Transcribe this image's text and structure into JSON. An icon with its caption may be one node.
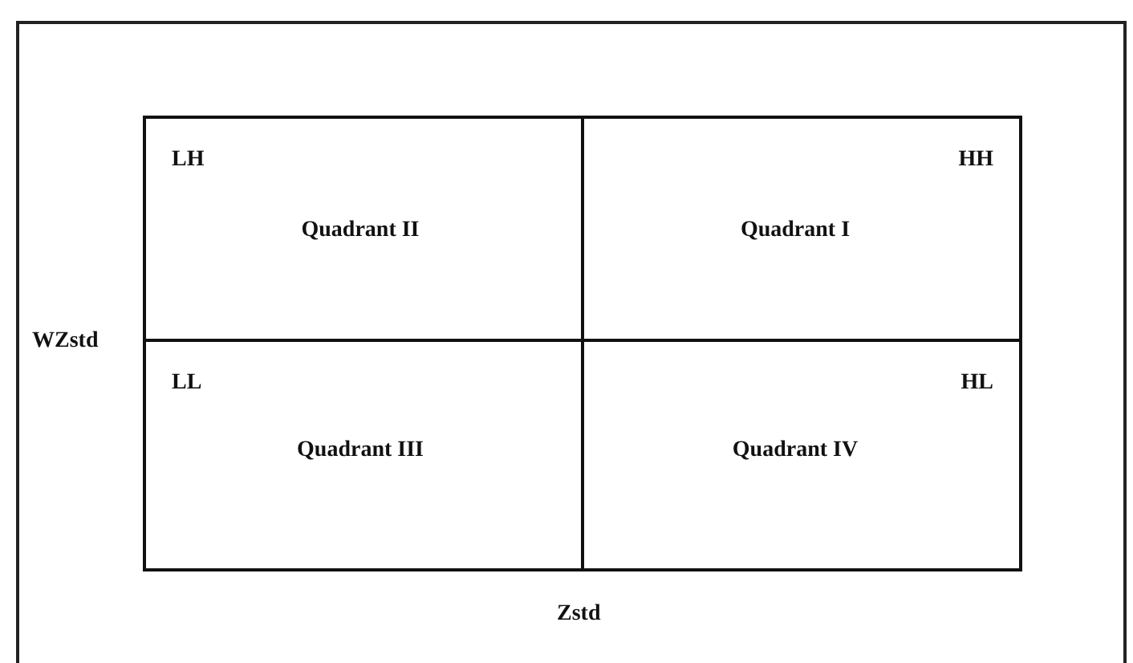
{
  "diagram": {
    "nodes": [
      {
        "text": [
          "LH",
          "Quadrant II"
        ]
      },
      {
        "text": [
          "HH",
          "Quadrant I"
        ]
      },
      {
        "text": [
          "LL",
          "Quadrant III"
        ]
      },
      {
        "text": [
          "HL",
          "Quadrant IV"
        ]
      }
    ],
    "labels": [
      "WZstd",
      "Zstd"
    ]
  }
}
